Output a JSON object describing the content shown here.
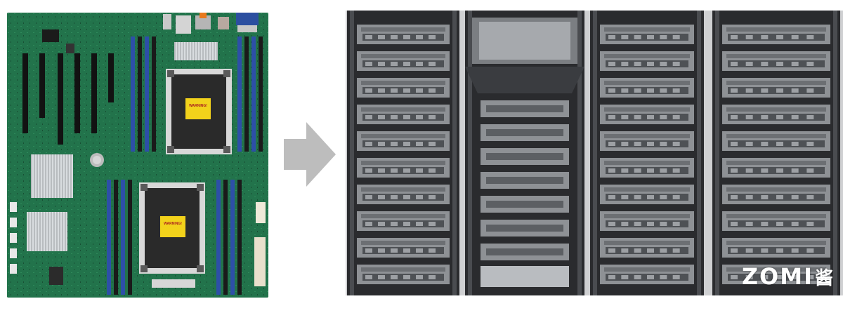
{
  "motherboard": {
    "warning_label": "WARNING!",
    "colors": {
      "pcb": "#1f6b45",
      "dimm": "#2d4fa8",
      "socket": "#2a2a2a",
      "label": "#f2d21b"
    }
  },
  "arrow": {
    "color": "#bdbdbd"
  },
  "rack": {
    "server_color": "#8e9195",
    "frame_color": "#2a2b2e"
  },
  "logo": {
    "text": "ZOMI",
    "glyph": "酱"
  }
}
